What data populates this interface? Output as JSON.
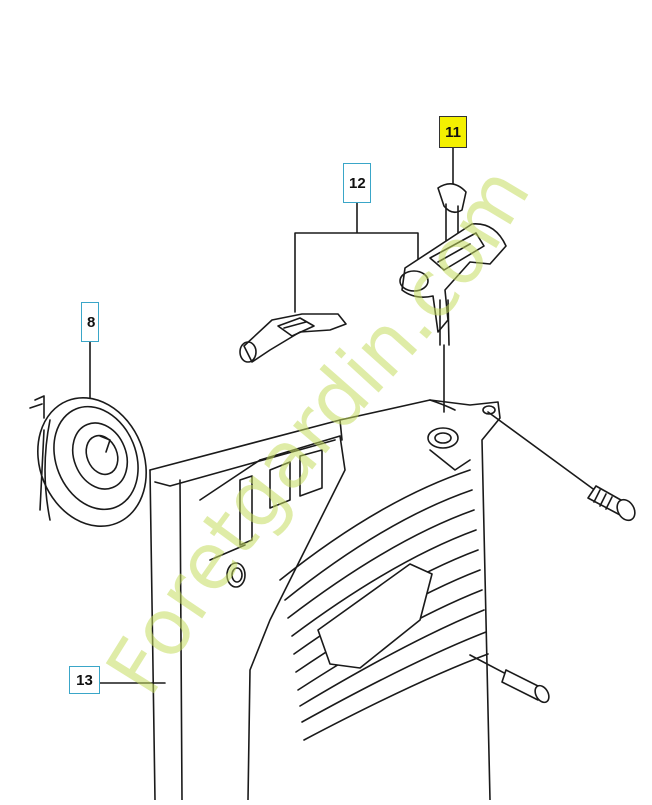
{
  "diagram": {
    "callouts": [
      {
        "id": "11",
        "label": "11",
        "highlighted": true
      },
      {
        "id": "12",
        "label": "12",
        "highlighted": false
      },
      {
        "id": "8",
        "label": "8",
        "highlighted": false
      },
      {
        "id": "13",
        "label": "13",
        "highlighted": false
      }
    ]
  },
  "watermark": {
    "text": "Foretgardin.com",
    "color": "#c5dc5e"
  },
  "colors": {
    "line": "#1a1a1a",
    "callout_border": "#3aa6c8",
    "highlight": "#f4f000"
  }
}
